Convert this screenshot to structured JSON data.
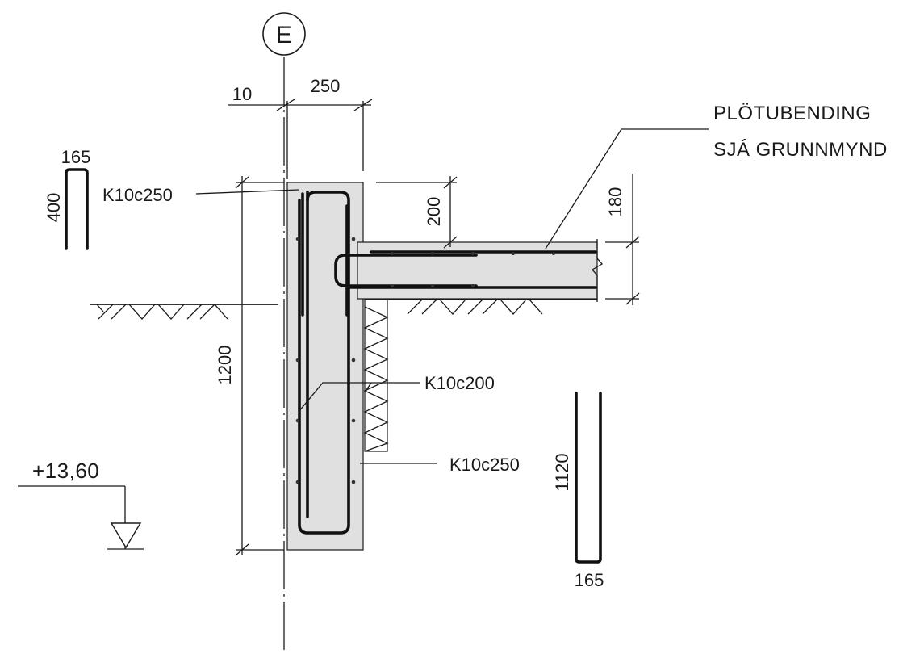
{
  "grid": {
    "label": "E"
  },
  "dimensions": {
    "edge_offset": "10",
    "wall_thickness": "250",
    "upper_extent": "200",
    "slab_thickness": "180",
    "wall_height": "1200"
  },
  "callouts": {
    "plate_title_line1": "PLÖTUBENDING",
    "plate_title_line2": "SJÁ GRUNNMYND",
    "rebar_outer": "K10c250",
    "rebar_stirrup": "K10c200",
    "rebar_inner": "K10c250"
  },
  "elevation": {
    "value": "+13,60"
  },
  "bar_shapes": {
    "small": {
      "width": "165",
      "height": "400"
    },
    "large": {
      "width": "165",
      "height": "1120"
    }
  },
  "colors": {
    "concrete": "#e0e0e0",
    "line": "#1a1a1a",
    "rebar": "#111111"
  }
}
